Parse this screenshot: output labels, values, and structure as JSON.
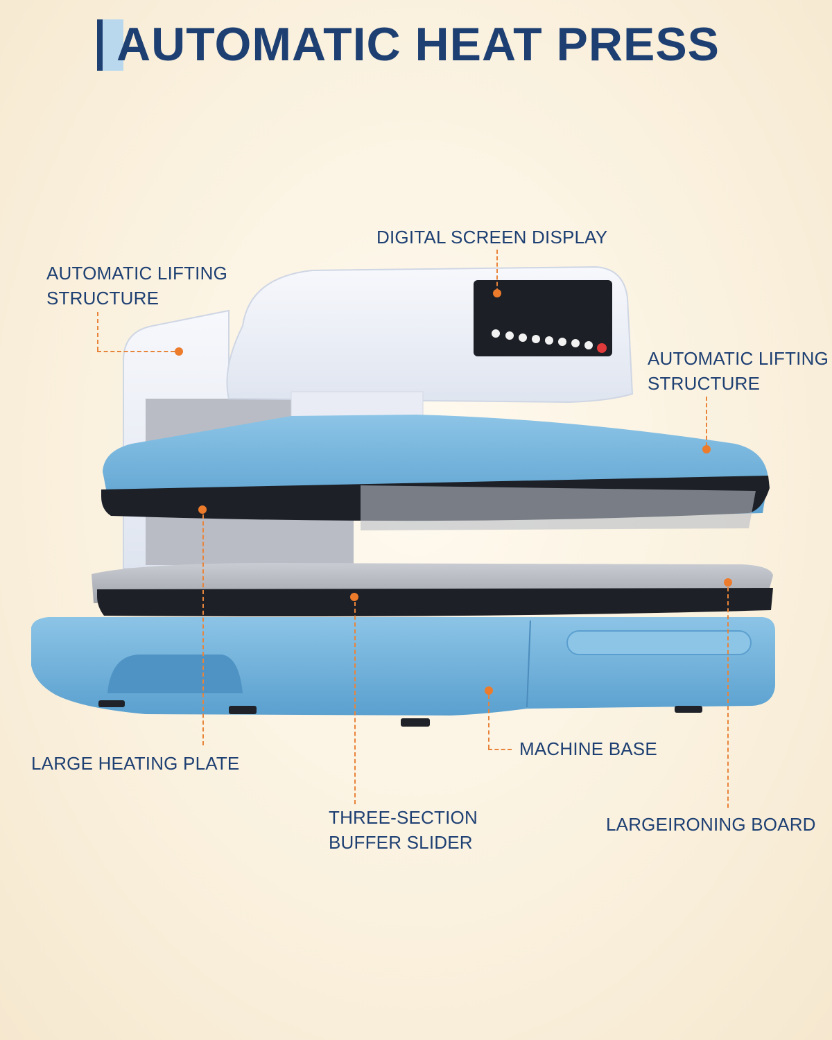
{
  "title": "AUTOMATIC HEAT PRESS",
  "labels": {
    "digital_screen": "DIGITAL SCREEN DISPLAY",
    "lifting_left": "AUTOMATIC LIFTING\nSTRUCTURE",
    "lifting_right": "AUTOMATIC LIFTING\nSTRUCTURE",
    "heating_plate": "LARGE HEATING PLATE",
    "machine_base": "MACHINE BASE",
    "buffer_slider": "THREE-SECTION\nBUFFER SLIDER",
    "ironing_board": "LARGEIRONING BOARD"
  },
  "colors": {
    "brand_blue": "#1d3f72",
    "accent_orange": "#ec7b2c",
    "machine_blue": "#6fb0d8",
    "machine_white": "#eef1f8"
  },
  "icons": [
    "heat-press-illustration"
  ]
}
